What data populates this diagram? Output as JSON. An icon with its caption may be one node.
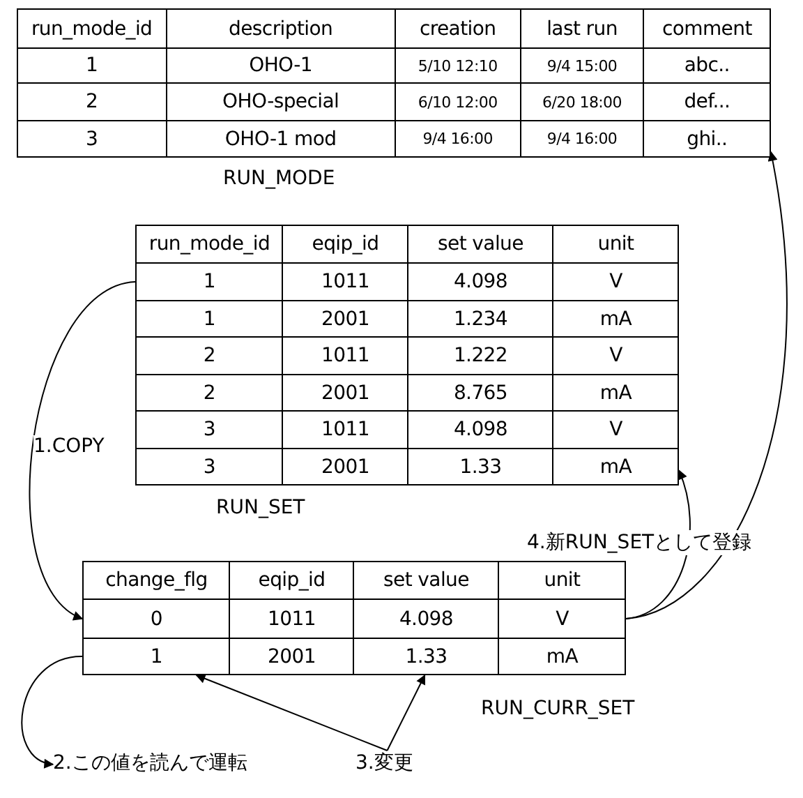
{
  "diagram": {
    "nodes": [
      {
        "text": [
          "RUN_MODE"
        ]
      },
      {
        "text": [
          "run_mode_id",
          "description",
          "creation",
          "last run",
          "comment"
        ],
        "in": 0
      },
      {
        "text": [
          "1",
          "OHO-1",
          "5/10 12:10",
          "9/4 15:00",
          "abc.."
        ],
        "in": 0
      },
      {
        "text": [
          "2",
          "OHO-special",
          "6/10 12:00",
          "6/20 18:00",
          "def..."
        ],
        "in": 0
      },
      {
        "text": [
          "3",
          "OHO-1 mod",
          "9/4 16:00",
          "9/4 16:00",
          "ghi.."
        ],
        "in": 0
      },
      {
        "text": [
          "RUN_SET"
        ]
      },
      {
        "text": [
          "run_mode_id",
          "eqip_id",
          "set value",
          "unit"
        ],
        "in": 5
      },
      {
        "text": [
          "1",
          "1011",
          "4.098",
          "V"
        ],
        "in": 5
      },
      {
        "text": [
          "1",
          "2001",
          "1.234",
          "mA"
        ],
        "in": 5
      },
      {
        "text": [
          "2",
          "1011",
          "1.222",
          "V"
        ],
        "in": 5
      },
      {
        "text": [
          "2",
          "2001",
          "8.765",
          "mA"
        ],
        "in": 5
      },
      {
        "text": [
          "3",
          "1011",
          "4.098",
          "V"
        ],
        "in": 5
      },
      {
        "text": [
          "3",
          "2001",
          "1.33",
          "mA"
        ],
        "in": 5
      },
      {
        "text": [
          "RUN_CURR_SET"
        ]
      },
      {
        "text": [
          "change_flg",
          "eqip_id",
          "set value",
          "unit"
        ],
        "in": 13
      },
      {
        "text": [
          "0",
          "1011",
          "4.098",
          "V"
        ],
        "in": 13
      },
      {
        "text": [
          "1",
          "2001",
          "1.33",
          "mA"
        ],
        "in": 13
      },
      {
        "text": [
          "2.この値を読んで運転"
        ]
      },
      {
        "text": [
          "3.変更"
        ]
      }
    ],
    "edges": [
      {
        "from": 7,
        "to": 15,
        "arrow": "to",
        "label": "1.COPY"
      },
      {
        "from": 16,
        "to": 17,
        "arrow": "to"
      },
      {
        "from": 18,
        "to": 16,
        "arrow": "to"
      },
      {
        "from": 18,
        "to": 16,
        "arrow": "to"
      },
      {
        "from": 15,
        "to": 12,
        "arrow": "to",
        "label": "4.新RUN_SETとして登録"
      },
      {
        "from": 15,
        "to": 4,
        "arrow": "to"
      }
    ]
  }
}
